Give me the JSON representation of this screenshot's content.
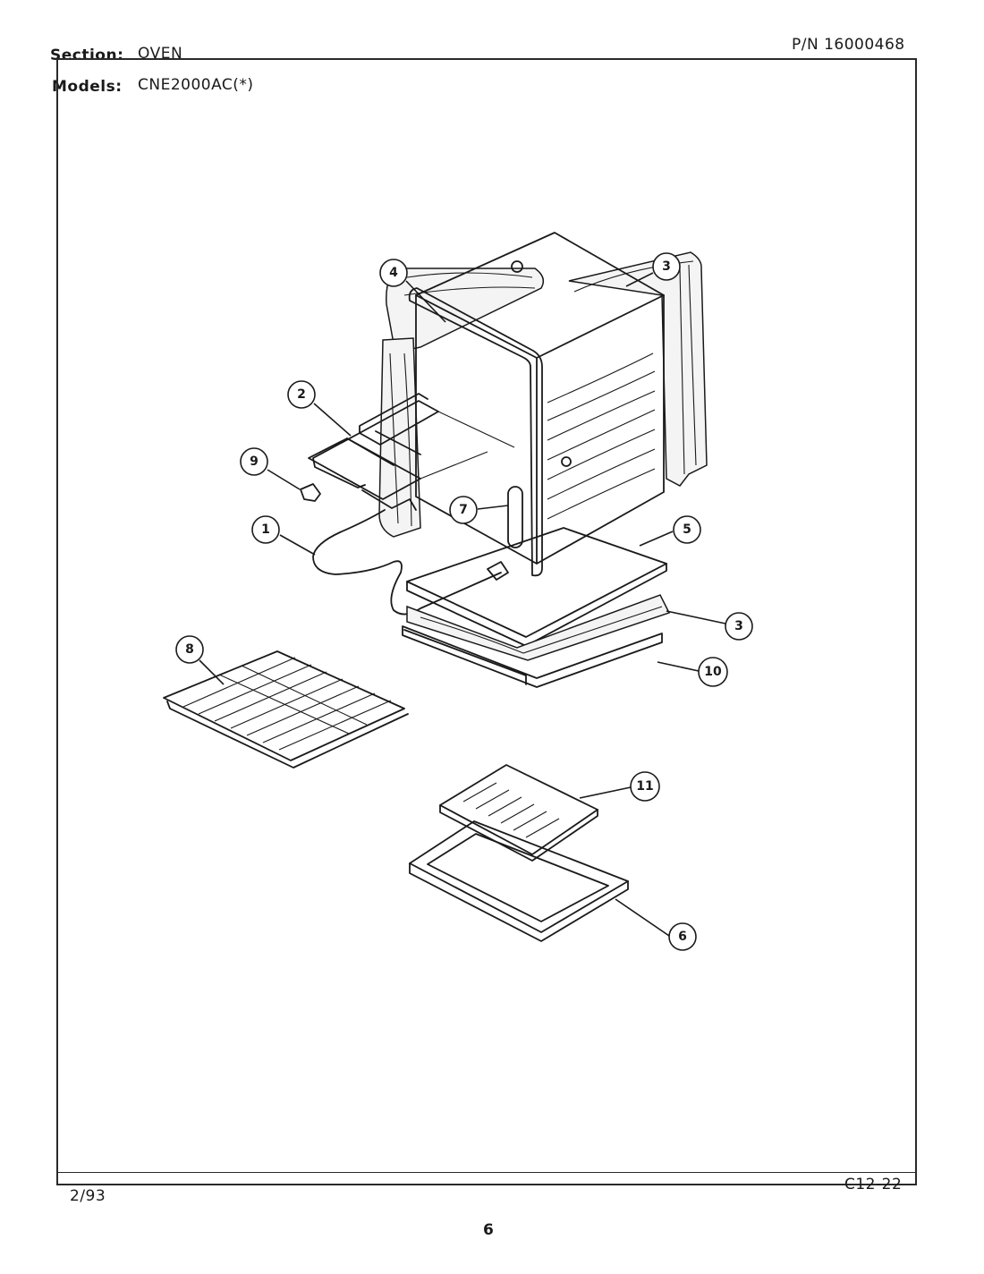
{
  "header": {
    "section_label": "Section:",
    "section_value": "OVEN",
    "models_label": "Models:",
    "models_value": "CNE2000AC(*)",
    "part_number": "P/N 16000468"
  },
  "footer": {
    "date": "2/93",
    "code": "C12-22",
    "page_number": "6"
  },
  "callouts": {
    "c1": "1",
    "c2": "2",
    "c3_top": "3",
    "c3_bottom": "3",
    "c4": "4",
    "c5": "5",
    "c6": "6",
    "c7": "7",
    "c8": "8",
    "c9": "9",
    "c10": "10",
    "c11": "11"
  }
}
